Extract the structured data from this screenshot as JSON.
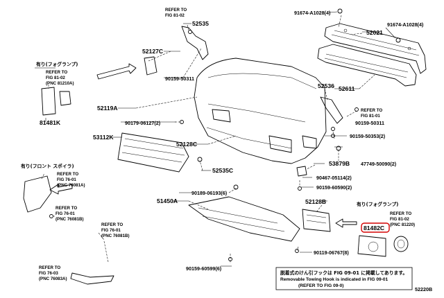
{
  "parts": {
    "p_91674_a1028_top": "91674-A1028(4)",
    "p_52021": "52021",
    "p_91674_a1028_right": "91674-A1028(4)",
    "p_52535_top": "52535",
    "p_90159_50311_top": "90159-50311",
    "p_52127c": "52127C",
    "p_52611": "52611",
    "p_52536": "52536",
    "p_90159_50311_right": "90159-50311",
    "p_52119a": "52119A",
    "p_90179_06127": "90179-06127(2)",
    "p_90159_50353": "90159-50353(2)",
    "p_81481k": "81481K",
    "p_53112k": "53112K",
    "p_52128c": "52128C",
    "p_53879b": "53879B",
    "p_47749_50090": "47749-50090(2)",
    "p_90467_05114": "90467-05114(2)",
    "p_52535c": "52535C",
    "p_90159_60590_mid": "90159-60590(2)",
    "p_90189_06193": "90189-06193(6)",
    "p_51450a": "51450A",
    "p_52128b": "52128B",
    "p_81482c": "81482C",
    "p_90119_06767": "90119-06767(8)",
    "p_90159_60599": "90159-60599(6)"
  },
  "refs": {
    "fog_left": {
      "jp": "有り(フォグランプ)",
      "l1": "REFER TO",
      "l2": "FIG 81-02",
      "l3": "(PNC  81210A)"
    },
    "fog_right": {
      "jp": "有り(フォグランプ)",
      "l1": "REFER TO",
      "l2": "FIG 81-02",
      "l3": "(PNC 81220)"
    },
    "spoiler": {
      "jp": "有り(フロント スポイラ)",
      "l1": "REFER TO",
      "l2": "FIG 76-01",
      "l3": "(PNC 76081A)"
    },
    "spoiler_b": {
      "l1": "REFER TO",
      "l2": "FIG 76-01",
      "l3": "(PNC 76081B)"
    },
    "spoiler_c": {
      "l1": "REFER TO",
      "l2": "FIG 76-01",
      "l3": "(PNC 76081B)"
    },
    "spoiler_d": {
      "l1": "REFER TO",
      "l2": "FIG 76-03",
      "l3": "(PNC 76083A)"
    },
    "fig8101": {
      "l1": "REFER TO",
      "l2": "FIG 81-01"
    },
    "fig8102_top": {
      "l1": "REFER TO",
      "l2": "FIG 81-02"
    }
  },
  "note": {
    "jp": "脱着式のけん引フックは FIG 09-01 に掲載してあります。",
    "en": "Removable Towing Hook is indicated in FIG 09-01",
    "ref": "(REFER TO FIG 09-0)"
  },
  "diagram_code": "52220B",
  "colors": {
    "highlight": "#d40000",
    "line": "#000000"
  }
}
